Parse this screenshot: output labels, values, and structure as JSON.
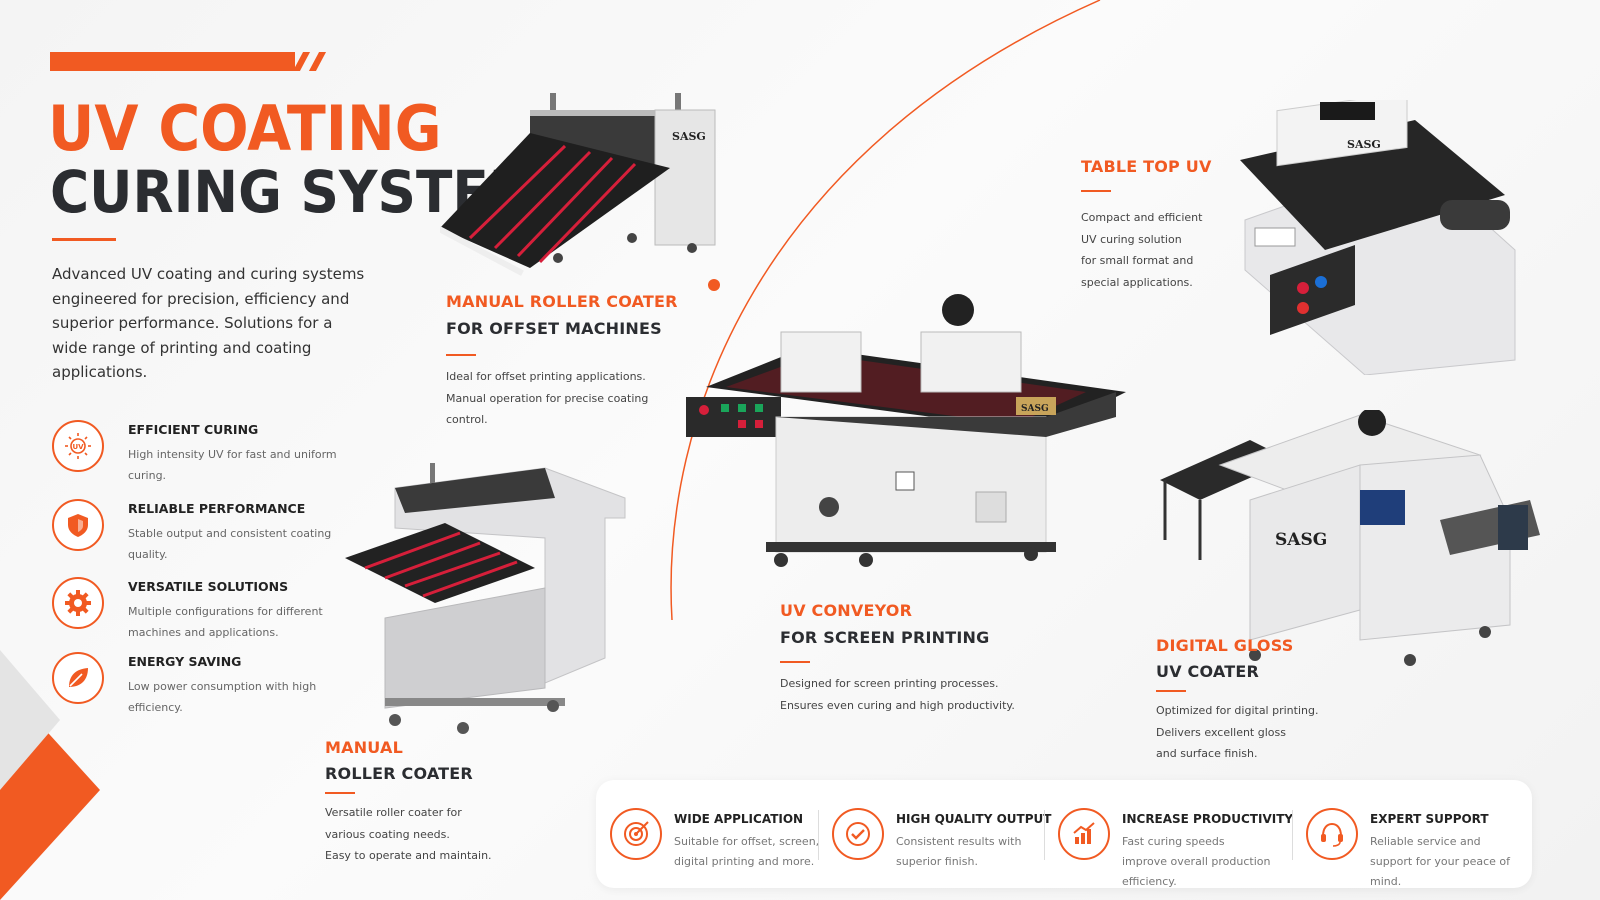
{
  "hero": {
    "title_line1": "UV COATING",
    "title_line2": "CURING SYSTEM",
    "intro": "Advanced UV coating and curing systems engineered for precision, efficiency and superior performance. Solutions for a wide range of printing and coating applications."
  },
  "features": [
    {
      "icon": "uv-sun-icon",
      "title": "EFFICIENT CURING",
      "desc": "High intensity UV for fast and uniform curing."
    },
    {
      "icon": "shield-icon",
      "title": "RELIABLE PERFORMANCE",
      "desc": "Stable output and consistent coating quality."
    },
    {
      "icon": "gear-icon",
      "title": "VERSATILE SOLUTIONS",
      "desc": "Multiple configurations for different machines and applications."
    },
    {
      "icon": "leaf-icon",
      "title": "ENERGY SAVING",
      "desc": "Low power consumption with high efficiency."
    }
  ],
  "products": {
    "offset": {
      "title": "MANUAL ROLLER COATER",
      "sub": "FOR OFFSET MACHINES",
      "desc1": "Ideal for offset printing applications.",
      "desc2": "Manual operation for precise coating control."
    },
    "tabletop": {
      "title": "TABLE TOP UV",
      "desc1": "Compact and efficient",
      "desc2": "UV curing solution",
      "desc3": "for small format and",
      "desc4": "special applications."
    },
    "conveyor": {
      "title": "UV CONVEYOR",
      "sub": "FOR SCREEN PRINTING",
      "desc1": "Designed for screen printing processes.",
      "desc2": "Ensures even curing and high productivity."
    },
    "digital": {
      "title": "DIGITAL GLOSS",
      "sub": "UV COATER",
      "desc1": "Optimized for digital printing.",
      "desc2": "Delivers excellent gloss",
      "desc3": "and surface finish."
    },
    "manual": {
      "title": "MANUAL",
      "sub": "ROLLER COATER",
      "desc1": "Versatile roller coater for",
      "desc2": "various coating needs.",
      "desc3": "Easy to operate and maintain."
    }
  },
  "brand": "SASG",
  "bottom": [
    {
      "icon": "target-icon",
      "title": "WIDE APPLICATION",
      "desc": "Suitable for offset, screen, digital printing and more."
    },
    {
      "icon": "check-badge-icon",
      "title": "HIGH QUALITY OUTPUT",
      "desc": "Consistent results with superior finish."
    },
    {
      "icon": "growth-chart-icon",
      "title": "INCREASE PRODUCTIVITY",
      "desc": "Fast curing speeds improve overall production efficiency."
    },
    {
      "icon": "headset-icon",
      "title": "EXPERT SUPPORT",
      "desc": "Reliable service and support for your peace of mind."
    }
  ],
  "colors": {
    "accent": "#f15a22",
    "dark": "#2b2d31"
  }
}
